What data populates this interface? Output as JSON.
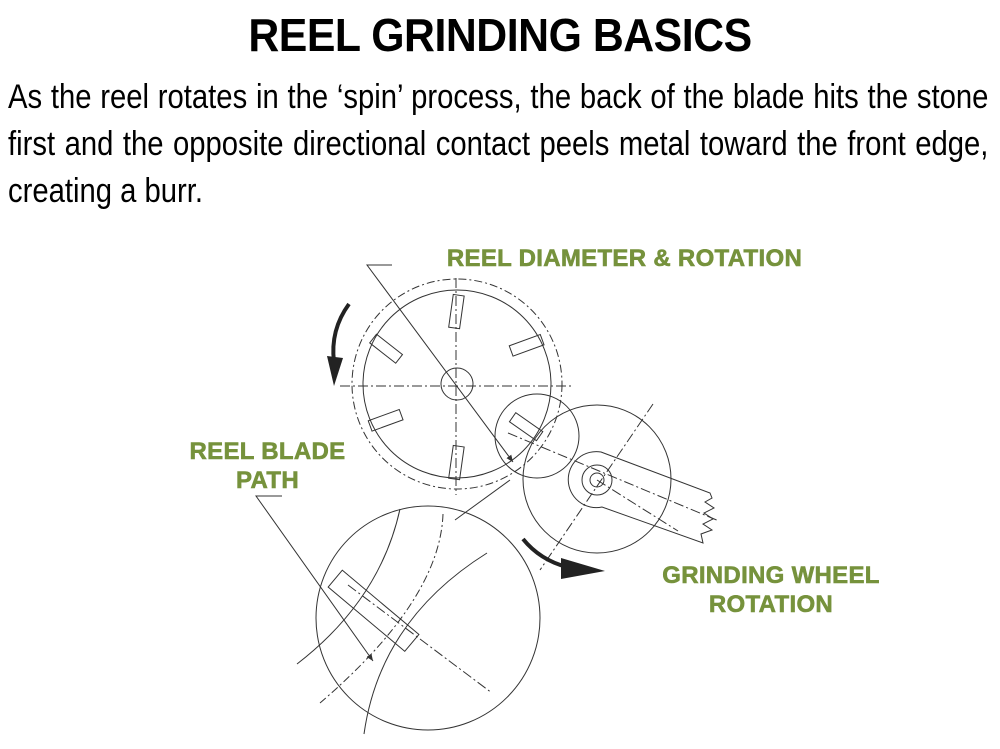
{
  "slide": {
    "title": "REEL GRINDING BASICS",
    "body": "As the reel rotates in the ‘spin’ process, the back of the blade hits the stone first and the opposite directional contact peels metal toward the front edge, creating a burr."
  },
  "diagram": {
    "labels": {
      "reel_diameter": "REEL DIAMETER & ROTATION",
      "blade_path_line1": "REEL BLADE",
      "blade_path_line2": "PATH",
      "grinding_line1": "GRINDING WHEEL",
      "grinding_line2": "ROTATION"
    },
    "colors": {
      "label_green": "#76923c",
      "line": "#333333",
      "arrow": "#222222"
    },
    "reel_blade_count": 6
  }
}
